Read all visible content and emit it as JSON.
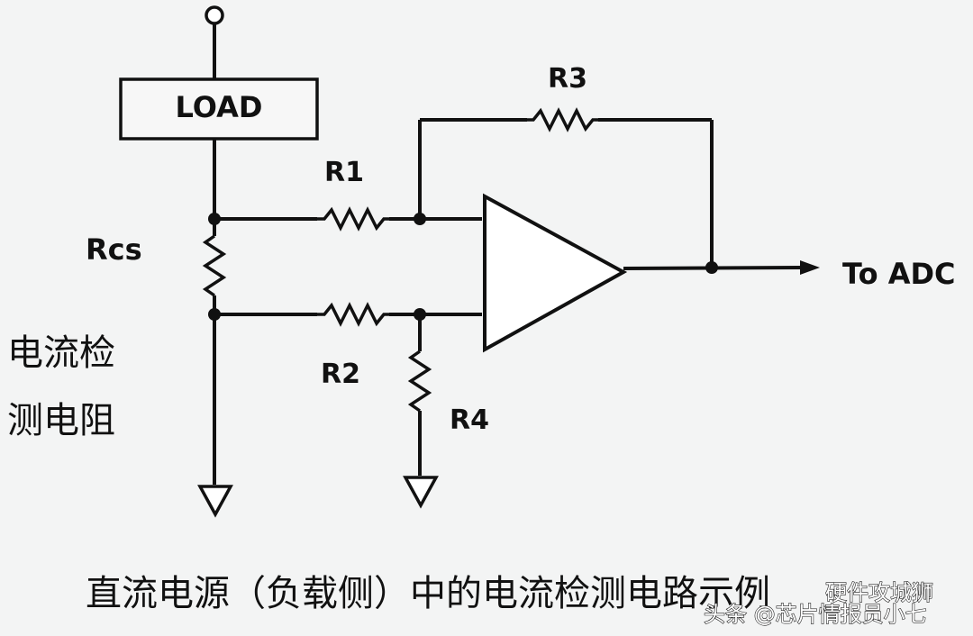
{
  "labels": {
    "load": "LOAD",
    "r1": "R1",
    "r2": "R2",
    "r3": "R3",
    "r4": "R4",
    "rcs": "Rcs",
    "output": "To ADC",
    "sense_resistor_line1": "电流检",
    "sense_resistor_line2": "测电阻"
  },
  "caption": "直流电源（负载侧）中的电流检测电路示例",
  "watermark": {
    "left": "头条 @芯片情报员小七",
    "right": "硬件攻城狮"
  },
  "colors": {
    "background": "#f3f4f4",
    "line": "#111111"
  }
}
